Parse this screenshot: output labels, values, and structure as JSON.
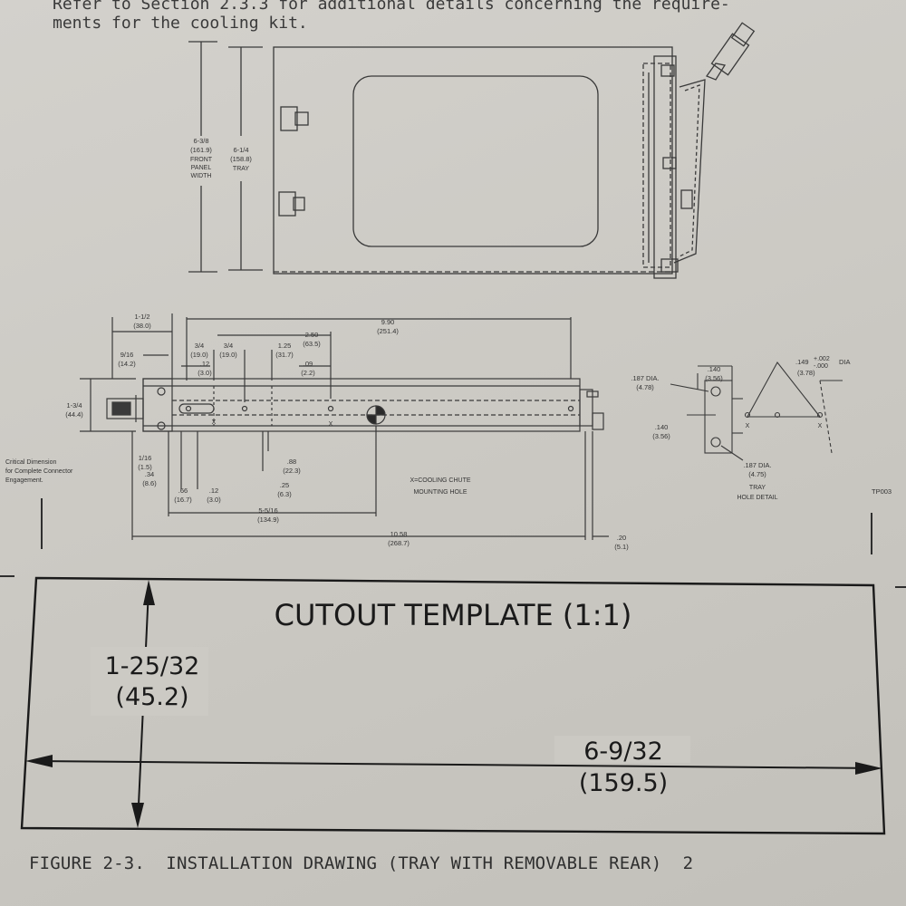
{
  "intro": {
    "line1": "Refer to Section 2.3.3 for additional details concerning the require-",
    "line2": "ments for the cooling kit."
  },
  "top_view": {
    "front_panel_width": {
      "frac": "6-3/8",
      "mm": "(161.9)",
      "l1": "FRONT",
      "l2": "PANEL",
      "l3": "WIDTH"
    },
    "tray": {
      "frac": "6-1/4",
      "mm": "(158.8)",
      "l1": "TRAY"
    }
  },
  "side_view": {
    "d_1_1_2": {
      "frac": "1-1/2",
      "mm": "(38.0)"
    },
    "d_9_90": {
      "frac": "9.90",
      "mm": "(251.4)"
    },
    "d_2_50": {
      "frac": "2.50",
      "mm": "(63.5)"
    },
    "d_9_16": {
      "frac": "9/16",
      "mm": "(14.2)"
    },
    "d_3_4a": {
      "frac": "3/4",
      "mm": "(19.0)"
    },
    "d_3_4b": {
      "frac": "3/4",
      "mm": "(19.0)"
    },
    "d_1_25": {
      "frac": "1.25",
      "mm": "(31.7)"
    },
    "d_12a": {
      "frac": ".12",
      "mm": "(3.0)"
    },
    "d_09": {
      "frac": ".09",
      "mm": "(2.2)"
    },
    "d_1_3_4": {
      "frac": "1-3/4",
      "mm": "(44.4)"
    },
    "d_1_16": {
      "frac": "1/16",
      "mm": "(1.5)"
    },
    "d_34": {
      "frac": ".34",
      "mm": "(8.6)"
    },
    "d_88": {
      "frac": ".88",
      "mm": "(22.3)"
    },
    "d_66": {
      "frac": ".66",
      "mm": "(16.7)"
    },
    "d_12b": {
      "frac": ".12",
      "mm": "(3.0)"
    },
    "d_25": {
      "frac": ".25",
      "mm": "(6.3)"
    },
    "d_5_5_16": {
      "frac": "5-5/16",
      "mm": "(134.9)"
    },
    "d_10_58": {
      "frac": "10.58",
      "mm": "(268.7)"
    },
    "d_20": {
      "frac": ".20",
      "mm": "(5.1)"
    },
    "critical": {
      "l1": "Critical Dimension",
      "l2": "for Complete Connector",
      "l3": "Engagement."
    },
    "chute": {
      "l1": "X=COOLING CHUTE",
      "l2": "MOUNTING HOLE"
    }
  },
  "tray_detail": {
    "d187a": {
      "frac": ".187 DIA.",
      "mm": "(4.78)"
    },
    "d140a": {
      "frac": ".140",
      "mm": "(3.56)"
    },
    "d149": {
      "frac": ".149",
      "tol_plus": "+.002",
      "tol_minus": "-.000",
      "unit": "DIA",
      "mm": "(3.78)"
    },
    "d140b": {
      "frac": ".140",
      "mm": "(3.56)"
    },
    "d187b": {
      "frac": ".187 DIA.",
      "mm": "(4.75)"
    },
    "x_mark": "X",
    "title_l1": "TRAY",
    "title_l2": "HOLE DETAIL",
    "ref": "TP003"
  },
  "cutout": {
    "title": "CUTOUT TEMPLATE (1:1)",
    "height_frac": "1-25/32",
    "height_mm": "(45.2)",
    "width_frac": "6-9/32",
    "width_mm": "(159.5)"
  },
  "caption": {
    "text": "FIGURE 2-3.  INSTALLATION DRAWING (TRAY WITH REMOVABLE REAR)",
    "page": "2"
  }
}
